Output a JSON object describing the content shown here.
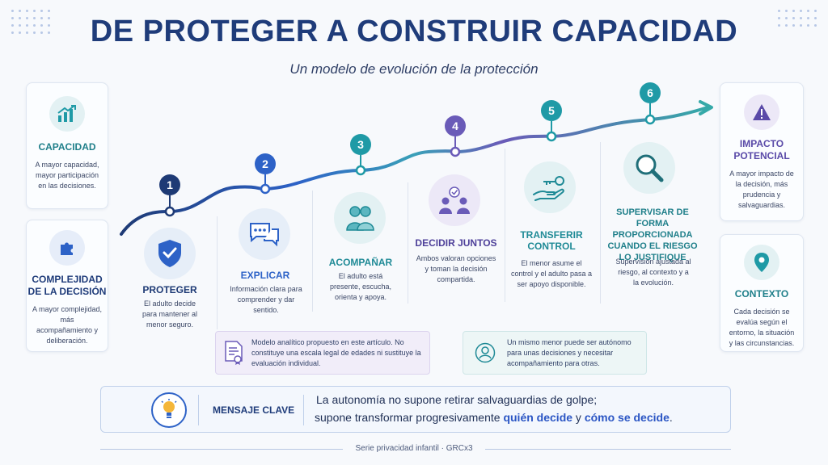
{
  "title": "DE PROTEGER A CONSTRUIR CAPACIDAD",
  "subtitle": "Un modelo de evolución de la protección",
  "left_cards": [
    {
      "title": "CAPACIDAD",
      "text": "A mayor capacidad, mayor participación en las decisiones.",
      "icon": "growth-chart-icon"
    },
    {
      "title": "COMPLEJIDAD DE LA DECISIÓN",
      "text": "A mayor complejidad, más acompañamiento y deliberación.",
      "icon": "puzzle-icon"
    }
  ],
  "right_cards": [
    {
      "title": "IMPACTO POTENCIAL",
      "text": "A mayor impacto de la decisión, más prudencia y salvaguardias.",
      "icon": "warning-icon"
    },
    {
      "title": "CONTEXTO",
      "text": "Cada decisión se evalúa según el entorno, la situación y las circunstancias.",
      "icon": "location-pin-icon"
    }
  ],
  "steps": [
    {
      "num": "1",
      "label": "PROTEGER",
      "desc": "El adulto decide para mantener al menor seguro.",
      "color": "#1e3a75",
      "icon": "shield-check-icon"
    },
    {
      "num": "2",
      "label": "EXPLICAR",
      "desc": "Información clara para comprender y dar sentido.",
      "color": "#2d62c7",
      "icon": "chat-bubbles-icon"
    },
    {
      "num": "3",
      "label": "ACOMPAÑAR",
      "desc": "El adulto está presente, escucha, orienta y apoya.",
      "color": "#1f9aa6",
      "icon": "people-support-icon"
    },
    {
      "num": "4",
      "label": "DECIDIR JUNTOS",
      "desc": "Ambos valoran opciones y toman la decisión compartida.",
      "color": "#6a5bb8",
      "icon": "shared-decision-icon"
    },
    {
      "num": "5",
      "label": "TRANSFERIR CONTROL",
      "desc": "El menor asume el control y el adulto pasa a ser apoyo disponible.",
      "color": "#1f9aa6",
      "icon": "key-hand-icon"
    },
    {
      "num": "6",
      "label": "SUPERVISAR DE FORMA PROPORCIONADA CUANDO EL RIESGO LO JUSTIFIQUE",
      "desc": "Supervisión ajustada al riesgo, al contexto y a la evolución.",
      "color": "#1f9aa6",
      "icon": "magnifier-icon"
    }
  ],
  "notes": [
    {
      "text": "Modelo analítico propuesto en este artículo. No constituye una escala legal de edades ni sustituye la evaluación individual.",
      "icon": "certificate-icon"
    },
    {
      "text": "Un mismo menor puede ser autónomo para unas decisiones y necesitar acompañamiento para otras.",
      "icon": "user-icon"
    }
  ],
  "key_message": {
    "label": "MENSAJE CLAVE",
    "line1": "La autonomía no supone retirar salvaguardias de golpe;",
    "line2_pre": "supone transformar progresivamente ",
    "line2_hl1": "quién decide",
    "line2_mid": " y ",
    "line2_hl2": "cómo se decide",
    "line2_end": ".",
    "icon": "lightbulb-icon"
  },
  "footer": "Serie privacidad infantil · GRCx3",
  "colors": {
    "navy": "#1f3c7a",
    "teal": "#1f9aa6",
    "purple": "#6a5bb8",
    "blue": "#2d62c7"
  }
}
